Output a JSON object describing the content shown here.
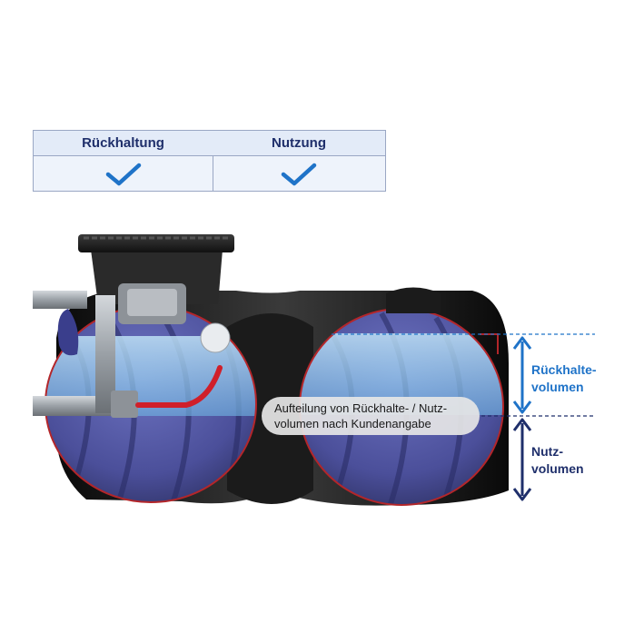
{
  "table": {
    "col1_header": "Rückhaltung",
    "col2_header": "Nutzung",
    "col1_check": "check-icon",
    "col2_check": "check-icon",
    "check_color": "#1f73c8"
  },
  "callout": {
    "line1": "Aufteilung von Rückhalte- / Nutz-",
    "line2": "volumen nach Kundenangabe"
  },
  "labels": {
    "retention_line1": "Rückhalte-",
    "retention_line2": "volumen",
    "usage_line1": "Nutz-",
    "usage_line2": "volumen"
  },
  "colors": {
    "retention": "#1f73c8",
    "usage": "#1f2f6b",
    "tank_body": "#4b4f9a",
    "water": "#8fc6ea"
  }
}
